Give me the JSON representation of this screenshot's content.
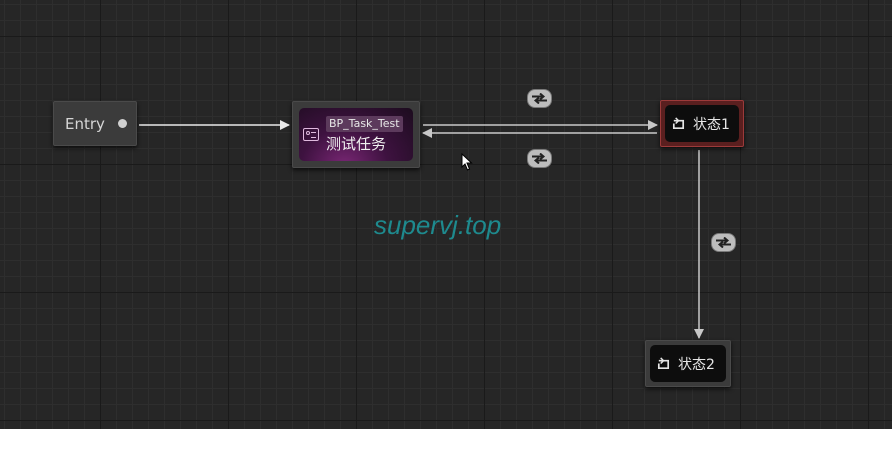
{
  "graph": {
    "background_color": "#262626",
    "nodes": {
      "entry": {
        "label": "Entry"
      },
      "task": {
        "tag": "BP_Task_Test",
        "title": "测试任务"
      },
      "state1": {
        "label": "状态1",
        "state": "active"
      },
      "state2": {
        "label": "状态2"
      }
    },
    "transitions": [
      {
        "from": "task",
        "to": "state1",
        "icon": "transition-rule-icon"
      },
      {
        "from": "state1",
        "to": "task",
        "icon": "transition-rule-icon"
      },
      {
        "from": "state1",
        "to": "state2",
        "icon": "transition-rule-icon"
      }
    ],
    "watermark": "supervj.top",
    "colors": {
      "active_state": "#9c3a3a",
      "task_node": "#7a2775",
      "watermark": "#1e8a8e"
    }
  }
}
